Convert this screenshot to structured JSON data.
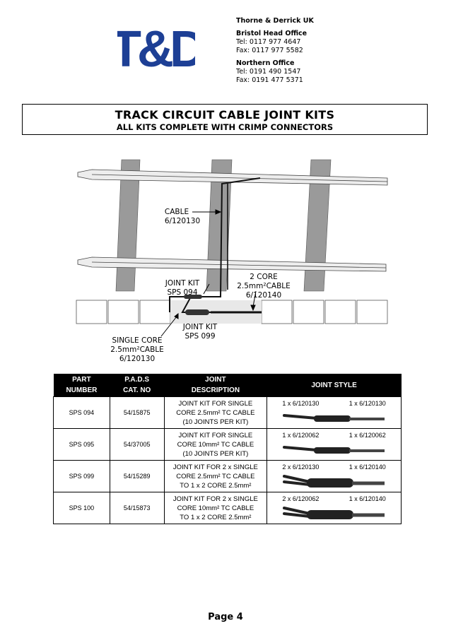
{
  "logo": {
    "text": "T&D",
    "color": "#1d3f95"
  },
  "company": {
    "name": "Thorne & Derrick UK",
    "offices": [
      {
        "name": "Bristol Head Office",
        "tel": "Tel:  0117 977 4647",
        "fax": "Fax: 0117 977 5582"
      },
      {
        "name": "Northern Office",
        "tel": "Tel:  0191 490 1547",
        "fax": "Fax: 0191 477 5371"
      }
    ]
  },
  "title": {
    "main": "TRACK CIRCUIT CABLE JOINT KITS",
    "sub": "ALL KITS COMPLETE WITH CRIMP CONNECTORS"
  },
  "diagram": {
    "cable_label": [
      "CABLE",
      "6/120130"
    ],
    "joint_kit_094": [
      "JOINT KIT",
      "SPS 094"
    ],
    "two_core": [
      "2 CORE",
      "2.5mm²CABLE",
      "6/120140"
    ],
    "joint_kit_099": [
      "JOINT KIT",
      "SPS 099"
    ],
    "single_core": [
      "SINGLE CORE",
      "2.5mm²CABLE",
      "6/120130"
    ]
  },
  "table": {
    "headers": [
      "PART NUMBER",
      "P.A.D.S CAT. NO",
      "JOINT DESCRIPTION",
      "JOINT STYLE"
    ],
    "header_lines": [
      [
        "PART",
        "NUMBER"
      ],
      [
        "P.A.D.S",
        "CAT. NO"
      ],
      [
        "JOINT",
        "DESCRIPTION"
      ],
      [
        "JOINT STYLE"
      ]
    ],
    "rows": [
      {
        "part": "SPS 094",
        "cat": "54/15875",
        "desc": [
          "JOINT KIT FOR SINGLE",
          "CORE 2.5mm² TC CABLE",
          "(10 JOINTS PER KIT)"
        ],
        "left": "1 x 6/120130",
        "right": "1 x 6/120130",
        "style": "single"
      },
      {
        "part": "SPS 095",
        "cat": "54/37005",
        "desc": [
          "JOINT KIT FOR SINGLE",
          "CORE 10mm² TC CABLE",
          "(10 JOINTS PER KIT)"
        ],
        "left": "1 x 6/120062",
        "right": "1 x 6/120062",
        "style": "single"
      },
      {
        "part": "SPS 099",
        "cat": "54/15289",
        "desc": [
          "JOINT KIT FOR 2 x SINGLE",
          "CORE 2.5mm² TC CABLE",
          "TO 1 x 2 CORE 2.5mm²"
        ],
        "left": "2 x 6/120130",
        "right": "1 x 6/120140",
        "style": "double"
      },
      {
        "part": "SPS 100",
        "cat": "54/15873",
        "desc": [
          "JOINT KIT FOR 2 x SINGLE",
          "CORE 10mm² TC CABLE",
          "TO 1 x 2 CORE 2.5mm²"
        ],
        "left": "2 x 6/120062",
        "right": "1 x 6/120140",
        "style": "double"
      }
    ]
  },
  "footer": {
    "page": "Page 4"
  }
}
